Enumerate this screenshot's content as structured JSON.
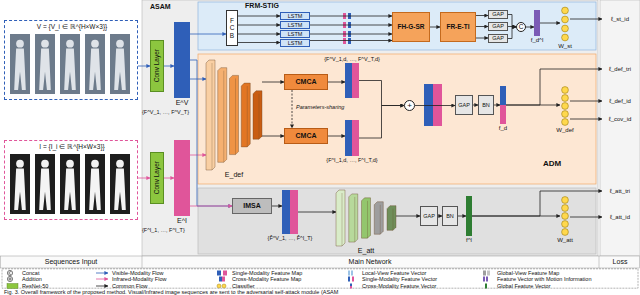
{
  "diagram": {
    "caption": "Fig. 3. Overall framework of the proposed method. Visual/Infrared image sequences are sent to the adversarial self-attack module (ASAM",
    "nodes": [
      {
        "text": [
          "Sequences Input"
        ]
      },
      {
        "text": [
          "Main Network"
        ]
      },
      {
        "text": [
          "Loss"
        ]
      },
      {
        "text": [
          "FRM-STIG"
        ],
        "in": 1
      },
      {
        "text": [
          "ADM"
        ],
        "in": 1
      },
      {
        "text": [
          "V = {V_i ∈ ℝ^{H×W×3}}"
        ],
        "in": 0
      },
      {
        "text": [
          "I = {I_i ∈ ℝ^{H×W×3}}"
        ],
        "in": 0
      },
      {
        "text": [
          "Conv Layer"
        ],
        "in": 1
      },
      {
        "text": [
          "Conv Layer"
        ],
        "in": 1
      },
      {
        "text": [
          "E^V"
        ],
        "in": 1
      },
      {
        "text": [
          "E^I"
        ],
        "in": 1
      },
      {
        "text": [
          "F C B"
        ],
        "in": 3
      },
      {
        "text": [
          "LSTM"
        ],
        "in": 3
      },
      {
        "text": [
          "LSTM"
        ],
        "in": 3
      },
      {
        "text": [
          "LSTM"
        ],
        "in": 3
      },
      {
        "text": [
          "LSTM"
        ],
        "in": 3
      },
      {
        "text": [
          "FH-G-SR"
        ],
        "in": 3
      },
      {
        "text": [
          "FR-E-TI"
        ],
        "in": 3
      },
      {
        "text": [
          "GAP"
        ],
        "in": 3
      },
      {
        "text": [
          "GAP"
        ],
        "in": 3
      },
      {
        "text": [
          "GAP"
        ],
        "in": 3
      },
      {
        "text": [
          "C"
        ],
        "in": 3
      },
      {
        "text": [
          "f_d^l"
        ],
        "in": 3
      },
      {
        "text": [
          "W_st"
        ],
        "in": 3
      },
      {
        "text": [
          "E_def"
        ],
        "in": 4
      },
      {
        "text": [
          "CMCA"
        ],
        "in": 4
      },
      {
        "text": [
          "CMCA"
        ],
        "in": 4
      },
      {
        "text": [
          "{F^V_1,d, …, F^V_T,d}"
        ],
        "in": 4
      },
      {
        "text": [
          "{F^I_1,d, …, F^I_T,d}"
        ],
        "in": 4
      },
      {
        "text": [
          "+"
        ],
        "in": 4
      },
      {
        "text": [
          "GAP"
        ],
        "in": 4
      },
      {
        "text": [
          "BN"
        ],
        "in": 4
      },
      {
        "text": [
          "f_d"
        ],
        "in": 4
      },
      {
        "text": [
          "W_def"
        ],
        "in": 4
      },
      {
        "text": [
          "IMSA"
        ],
        "in": 1
      },
      {
        "text": [
          "{F̂^V_1, …, F̂^I_T}"
        ],
        "in": 1
      },
      {
        "text": [
          "E_att"
        ],
        "in": 1
      },
      {
        "text": [
          "GAP"
        ],
        "in": 1
      },
      {
        "text": [
          "BN"
        ],
        "in": 1
      },
      {
        "text": [
          "f^l"
        ],
        "in": 1
      },
      {
        "text": [
          "W_att"
        ],
        "in": 1
      },
      {
        "text": [
          "ℓ_st_id"
        ],
        "in": 2
      },
      {
        "text": [
          "ℓ_def_tri"
        ],
        "in": 2
      },
      {
        "text": [
          "ℓ_def_id"
        ],
        "in": 2
      },
      {
        "text": [
          "ℓ_cov_id"
        ],
        "in": 2
      },
      {
        "text": [
          "ℓ_att_tri"
        ],
        "in": 2
      },
      {
        "text": [
          "ℓ_att_id"
        ],
        "in": 2
      }
    ],
    "edges": [
      {
        "from": 5,
        "to": 7,
        "arrow": "to"
      },
      {
        "from": 6,
        "to": 8,
        "arrow": "to"
      },
      {
        "from": 7,
        "to": 9,
        "arrow": "to"
      },
      {
        "from": 8,
        "to": 10,
        "arrow": "to"
      },
      {
        "from": 9,
        "to": 11,
        "arrow": "to"
      },
      {
        "from": 9,
        "to": 24,
        "arrow": "to"
      },
      {
        "from": 10,
        "to": 24,
        "arrow": "to"
      },
      {
        "from": 9,
        "to": 34,
        "arrow": "to"
      },
      {
        "from": 10,
        "to": 34,
        "arrow": "to"
      },
      {
        "from": 11,
        "to": 12,
        "arrow": "to"
      },
      {
        "from": 11,
        "to": 13,
        "arrow": "to"
      },
      {
        "from": 11,
        "to": 14,
        "arrow": "to"
      },
      {
        "from": 11,
        "to": 15,
        "arrow": "to"
      },
      {
        "from": 12,
        "to": 16,
        "arrow": "to"
      },
      {
        "from": 13,
        "to": 16,
        "arrow": "to"
      },
      {
        "from": 14,
        "to": 16,
        "arrow": "to"
      },
      {
        "from": 15,
        "to": 16,
        "arrow": "to"
      },
      {
        "from": 16,
        "to": 17,
        "arrow": "to"
      },
      {
        "from": 17,
        "to": 18,
        "arrow": "to"
      },
      {
        "from": 17,
        "to": 19,
        "arrow": "to"
      },
      {
        "from": 17,
        "to": 20,
        "arrow": "to"
      },
      {
        "from": 18,
        "to": 21,
        "arrow": "to"
      },
      {
        "from": 19,
        "to": 21,
        "arrow": "to"
      },
      {
        "from": 20,
        "to": 21,
        "arrow": "to"
      },
      {
        "from": 21,
        "to": 22,
        "arrow": "to"
      },
      {
        "from": 22,
        "to": 23,
        "arrow": "to"
      },
      {
        "from": 23,
        "to": 41,
        "arrow": "to"
      },
      {
        "from": 24,
        "to": 25,
        "arrow": "to"
      },
      {
        "from": 24,
        "to": 26,
        "arrow": "to"
      },
      {
        "from": 25,
        "to": 26,
        "arrow": "to"
      },
      {
        "from": 25,
        "to": 27,
        "arrow": "to"
      },
      {
        "from": 26,
        "to": 28,
        "arrow": "to"
      },
      {
        "from": 27,
        "to": 29,
        "arrow": "to"
      },
      {
        "from": 28,
        "to": 29,
        "arrow": "to"
      },
      {
        "from": 29,
        "to": 30,
        "arrow": "to"
      },
      {
        "from": 30,
        "to": 31,
        "arrow": "to"
      },
      {
        "from": 31,
        "to": 32,
        "arrow": "to"
      },
      {
        "from": 32,
        "to": 33,
        "arrow": "to"
      },
      {
        "from": 32,
        "to": 42,
        "arrow": "to"
      },
      {
        "from": 33,
        "to": 43,
        "arrow": "to"
      },
      {
        "from": 33,
        "to": 44,
        "arrow": "to"
      },
      {
        "from": 34,
        "to": 35,
        "arrow": "to"
      },
      {
        "from": 35,
        "to": 36,
        "arrow": "to"
      },
      {
        "from": 36,
        "to": 37,
        "arrow": "to"
      },
      {
        "from": 37,
        "to": 38,
        "arrow": "to"
      },
      {
        "from": 38,
        "to": 39,
        "arrow": "to"
      },
      {
        "from": 39,
        "to": 40,
        "arrow": "to"
      },
      {
        "from": 39,
        "to": 45,
        "arrow": "to"
      },
      {
        "from": 40,
        "to": 46,
        "arrow": "to"
      }
    ],
    "labels": [
      "ASAM",
      "{F^V_1, …, F^V_T}",
      "{F^I_1, …, F^I_T}",
      "Parameters-sharing"
    ],
    "legend": [
      {
        "text": "Concat"
      },
      {
        "text": "Visible-Modality Flow"
      },
      {
        "text": "Single-Modality Feature Map"
      },
      {
        "text": "Local-View Feature Vector"
      },
      {
        "text": "Global-View Feature Map"
      },
      {
        "text": "Addition"
      },
      {
        "text": "Infrared-Modality Flow"
      },
      {
        "text": "Cross-Modality Feature Map"
      },
      {
        "text": "Single-Modality Feature Vector"
      },
      {
        "text": "Feature Vector with Motion Information"
      },
      {
        "text": "ResNet-50",
        "color": "#8cc63f"
      },
      {
        "text": "Common Flow"
      },
      {
        "text": "Classifier"
      },
      {
        "text": "Cross-Modality Feature Vector"
      },
      {
        "text": "Global Feature Vector"
      }
    ]
  }
}
